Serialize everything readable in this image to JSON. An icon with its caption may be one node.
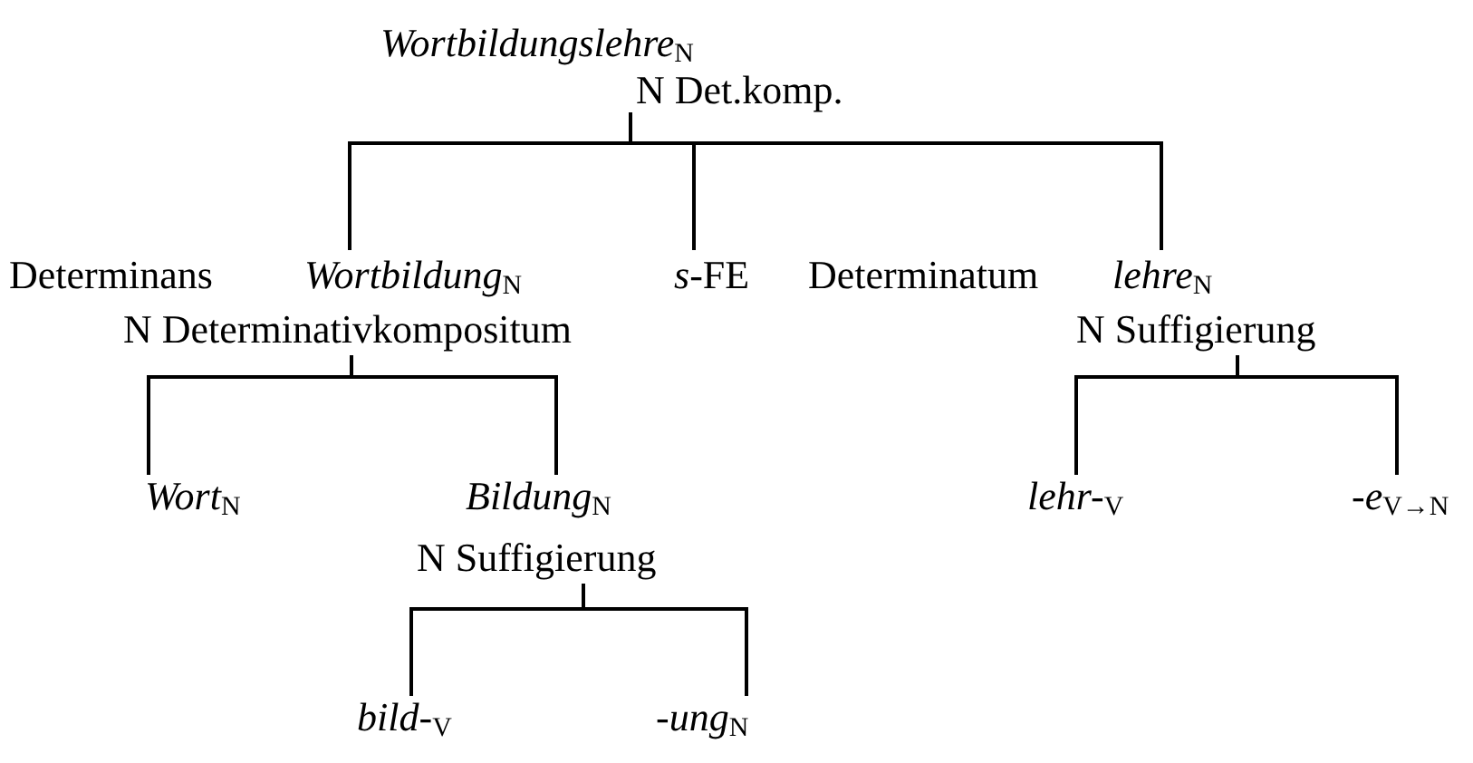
{
  "diagram": {
    "nodes": [
      {
        "text": [
          "*Wortbildungslehre*$_{N}$",
          "N Det.komp."
        ]
      },
      {
        "text": [
          "*Wortbildung*$_{N}$",
          "N Determinativkompositum"
        ],
        "beside": [
          "Determinans"
        ]
      },
      {
        "text": [
          "*s*-FE"
        ]
      },
      {
        "text": [
          "*lehre*$_{N}$",
          "N Suffigierung"
        ],
        "beside": [
          "Determinatum"
        ]
      },
      {
        "text": [
          "*Wort*$_{N}$"
        ]
      },
      {
        "text": [
          "*Bildung*$_{N}$",
          "N Suffigierung"
        ]
      },
      {
        "text": [
          "*lehr-*$_{V}$"
        ]
      },
      {
        "text": [
          "*-e*$_{V→N}$"
        ]
      },
      {
        "text": [
          "*bild-*$_{V}$"
        ]
      },
      {
        "text": [
          "*-ung*$_{N}$"
        ]
      }
    ],
    "edges": [
      {
        "from": 0,
        "to": 1,
        "arrow": "none"
      },
      {
        "from": 0,
        "to": 2,
        "arrow": "none"
      },
      {
        "from": 0,
        "to": 3,
        "arrow": "none"
      },
      {
        "from": 1,
        "to": 4,
        "arrow": "none"
      },
      {
        "from": 1,
        "to": 5,
        "arrow": "none"
      },
      {
        "from": 3,
        "to": 6,
        "arrow": "none"
      },
      {
        "from": 3,
        "to": 7,
        "arrow": "none"
      },
      {
        "from": 5,
        "to": 8,
        "arrow": "none"
      },
      {
        "from": 5,
        "to": 9,
        "arrow": "none"
      }
    ]
  }
}
